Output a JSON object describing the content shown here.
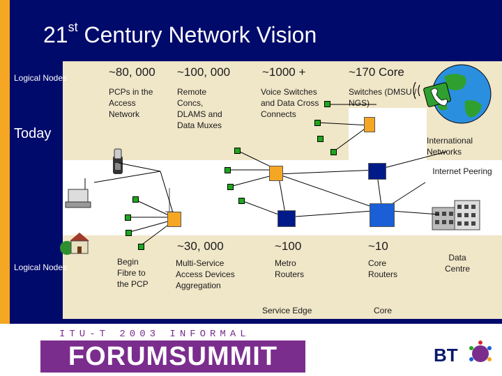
{
  "title": {
    "main": "21",
    "sup": "st",
    "rest": " Century Network Vision"
  },
  "top_row": {
    "logical_nodes": "Logical Nodes",
    "today": "Today",
    "col1": {
      "count": "~80, 000",
      "desc": "PCPs in the Access Network"
    },
    "col2": {
      "count": "~100, 000",
      "desc": "Remote Concs, DLAMS and Data Muxes"
    },
    "col3": {
      "count": "~1000 +",
      "desc": "Voice Switches and Data Cross Connects"
    },
    "col4": {
      "count": "~170  Core",
      "desc": "Switches (DMSU / NGS)"
    },
    "international": "International Networks"
  },
  "middle": {
    "internet_peering": "Internet Peering"
  },
  "bottom_row": {
    "logical_nodes": "Logical Nodes",
    "col1": {
      "desc": "Begin Fibre to the PCP"
    },
    "col2": {
      "count": "~30, 000",
      "desc": "Multi-Service Access Devices Aggregation"
    },
    "col3": {
      "count": "~100",
      "desc": "Metro Routers",
      "footer": "Service Edge"
    },
    "col4": {
      "count": "~10",
      "desc": "Core Routers",
      "footer": "Core"
    },
    "data_centre": "Data Centre"
  },
  "footer": {
    "itu": "ITU-T 2003 INFORMAL",
    "forum": "FORUMSUMMIT",
    "bt": "BT"
  },
  "colors": {
    "background": "#000a6b",
    "band": "#f0e6c8",
    "orange": "#f5a623",
    "navy": "#001a8a",
    "blue": "#1a5fd6",
    "green": "#1ea61e",
    "purple": "#7b2d8e"
  }
}
